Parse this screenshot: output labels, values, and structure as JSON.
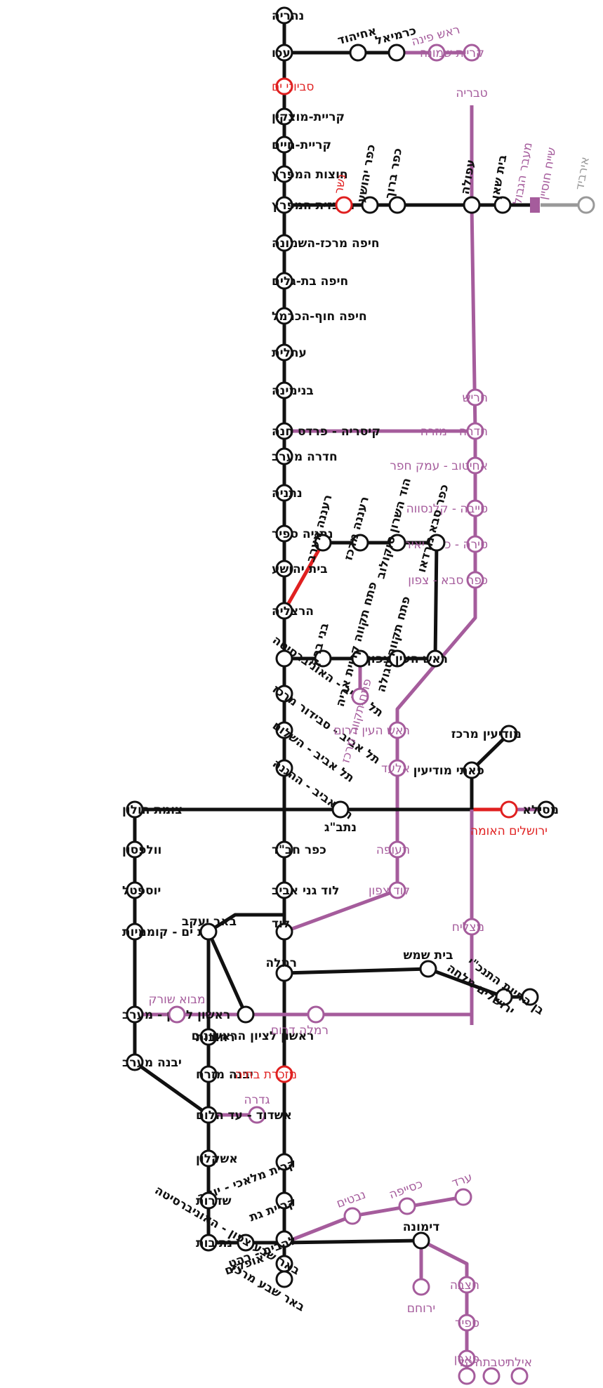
{
  "colors": {
    "existing": "#111111",
    "planned": "#a55c9c",
    "construction": "#e02020",
    "foreign": "#999999"
  },
  "stations": {
    "nahariya": {
      "label": "נהריה",
      "status": "existing"
    },
    "akko": {
      "label": "עכו",
      "status": "existing"
    },
    "achihud": {
      "label": "אחיהוד",
      "status": "existing"
    },
    "karmiel": {
      "label": "כרמיאל",
      "status": "existing"
    },
    "roshpina": {
      "label": "ראש פינה",
      "status": "planned"
    },
    "kiryatshmona": {
      "label": "קריית שמונה",
      "status": "planned"
    },
    "savyonei": {
      "label": "סביוני ים",
      "status": "construction"
    },
    "motzkin": {
      "label": "קריית-מוצקין",
      "status": "existing"
    },
    "chaim": {
      "label": "קריית-חיים",
      "status": "existing"
    },
    "hutzot": {
      "label": "חוצות המפרץ",
      "status": "existing"
    },
    "merkazit": {
      "label": "מרכזית המפרץ",
      "status": "existing"
    },
    "nesher": {
      "label": "נשר",
      "status": "construction"
    },
    "kfaryehoshua": {
      "label": "כפר יהושע",
      "status": "existing"
    },
    "kfarbaruch": {
      "label": "כפר ברוך",
      "status": "existing"
    },
    "afula": {
      "label": "עפולה",
      "status": "existing"
    },
    "tiberias": {
      "label": "טבריה",
      "status": "planned"
    },
    "betshean": {
      "label": "בית שאן",
      "status": "existing"
    },
    "borderx": {
      "label": "מעבר הגבול",
      "status": "planned"
    },
    "shehmhussein": {
      "label": "שייח חוסיין",
      "status": "planned"
    },
    "irbid": {
      "label": "אירביד",
      "status": "foreign"
    },
    "hashmona": {
      "label": "חיפה מרכז-השמונה",
      "status": "existing"
    },
    "batgalim": {
      "label": "חיפה בת-גלים",
      "status": "existing"
    },
    "hofhacarmel": {
      "label": "חיפה חוף-הכרמל",
      "status": "existing"
    },
    "atlit": {
      "label": "עתלית",
      "status": "existing"
    },
    "binyamina": {
      "label": "בנימינה",
      "status": "existing"
    },
    "caesarea": {
      "label": "קיסריה - פרדס חנה",
      "status": "existing"
    },
    "harish": {
      "label": "חריש",
      "status": "planned"
    },
    "haderamizrach": {
      "label": "חדרה - מזרח",
      "status": "planned"
    },
    "haderamaarav": {
      "label": "חדרה מערב",
      "status": "existing"
    },
    "ahituv": {
      "label": "אחיטוב - עמק חפר",
      "status": "planned"
    },
    "netanya": {
      "label": "נתניה",
      "status": "existing"
    },
    "tayibe": {
      "label": "טייבה - קלנסווה",
      "status": "planned"
    },
    "netanyasapir": {
      "label": "נתניה ספיר",
      "status": "existing"
    },
    "tira": {
      "label": "טירה - כוכב יאיר",
      "status": "planned"
    },
    "betyehoshua": {
      "label": "בית יהושע",
      "status": "existing"
    },
    "kfarsabatzafon": {
      "label": "כפר סבא - צפון",
      "status": "planned"
    },
    "herzliya": {
      "label": "הרצליה",
      "status": "existing"
    },
    "raananamaarav": {
      "label": "רעננה מערב",
      "status": "existing"
    },
    "raananamerkaz": {
      "label": "רעננה מרכז",
      "status": "existing"
    },
    "hodhasharon": {
      "label": "הוד השרון סוקולוב",
      "status": "existing"
    },
    "kfarsaba": {
      "label": "כפר סבא נורדאו",
      "status": "existing"
    },
    "university": {
      "label": "תל אביב - האוניברסיטה",
      "status": "existing"
    },
    "bneibrak": {
      "label": "בני ברק",
      "status": "existing"
    },
    "kiryatarye": {
      "label": "פתח תקווה קריית אריה",
      "status": "existing"
    },
    "segula": {
      "label": "פתח תקווה סגולה",
      "status": "existing"
    },
    "rosheintzafon": {
      "label": "ראש העין צפון",
      "status": "existing"
    },
    "savidor": {
      "label": "תל אביב - סבידור מרכז",
      "status": "existing"
    },
    "pt_merkaz": {
      "label": "פתח תקווה מרכז",
      "status": "planned"
    },
    "hashalom": {
      "label": "תל אביב - השלום",
      "status": "existing"
    },
    "rosheindarom": {
      "label": "ראש העין דרום",
      "status": "planned"
    },
    "modiinmerkaz": {
      "label": "מודיעין מרכז",
      "status": "existing"
    },
    "haganah": {
      "label": "תל אביב - ההגנה",
      "status": "existing"
    },
    "elad": {
      "label": "אלעד",
      "status": "planned"
    },
    "paatei": {
      "label": "פאתי מודיעין",
      "status": "existing"
    },
    "holon": {
      "label": "צומת חולון",
      "status": "existing"
    },
    "natbag": {
      "label": "נתב\"ג",
      "status": "existing"
    },
    "jerusalem": {
      "label": "ירושלים האומה",
      "status": "construction"
    },
    "mevaseret": {
      "label": "מסילא",
      "status": "existing"
    },
    "wolfson": {
      "label": "וולפסון",
      "status": "existing"
    },
    "kfarhabad": {
      "label": "כפר חב\"ד",
      "status": "existing"
    },
    "teufa": {
      "label": "תעופה",
      "status": "planned"
    },
    "yoseftal": {
      "label": "יוספטל",
      "status": "existing"
    },
    "lodganei": {
      "label": "לוד גני אביב",
      "status": "existing"
    },
    "lodtzafon": {
      "label": "לוד צפון",
      "status": "planned"
    },
    "batyam": {
      "label": "בת ים - קוממיות",
      "status": "existing"
    },
    "lod": {
      "label": "לוד",
      "status": "existing"
    },
    "beeryaakov": {
      "label": "באר יעקב",
      "status": "existing"
    },
    "ramla": {
      "label": "רמלה",
      "status": "existing"
    },
    "betshemesh": {
      "label": "בית שמש",
      "status": "existing"
    },
    "metzila": {
      "label": "מצליח",
      "status": "planned"
    },
    "rishonmaarav": {
      "label": "ראשון לציון - מערב",
      "status": "existing"
    },
    "mavoshorek": {
      "label": "מבוא שורק",
      "status": "planned"
    },
    "malha": {
      "label": "ירושלים מלחה",
      "status": "existing"
    },
    "biblical": {
      "label": "בן החיות התנכ\"י",
      "status": "existing"
    },
    "rehovot": {
      "label": "רחובות",
      "status": "existing"
    },
    "rishonrishonim": {
      "label": "ראשון לציון הראשונים",
      "status": "existing"
    },
    "ramladarom": {
      "label": "רמלה דרום",
      "status": "planned"
    },
    "yavnemaarav": {
      "label": "יבנה מערב",
      "status": "existing"
    },
    "yavnemizrach": {
      "label": "יבנה מזרח",
      "status": "existing"
    },
    "mazkeretbatya": {
      "label": "מזכרת בתיה",
      "status": "construction"
    },
    "gedera": {
      "label": "גדרה",
      "status": "planned"
    },
    "ashdod": {
      "label": "אשדוד - עד הלום",
      "status": "existing"
    },
    "kiryatmalachi": {
      "label": "קרית מלאכי - יואב",
      "status": "existing"
    },
    "ashkelon": {
      "label": "אשקלון",
      "status": "existing"
    },
    "kiryatgat": {
      "label": "קריית גת",
      "status": "existing"
    },
    "sderot": {
      "label": "שדרות",
      "status": "existing"
    },
    "lehavim": {
      "label": "להבים - רהט",
      "status": "existing"
    },
    "nevatim": {
      "label": "נבטים",
      "status": "planned"
    },
    "kseifa": {
      "label": "כסייפה",
      "status": "planned"
    },
    "arad": {
      "label": "ערד",
      "status": "planned"
    },
    "netivot": {
      "label": "נתיבות",
      "status": "existing"
    },
    "ofakim": {
      "label": "אופקים",
      "status": "existing"
    },
    "dimona": {
      "label": "דימונה",
      "status": "existing"
    },
    "yeruham": {
      "label": "ירוחם",
      "status": "planned"
    },
    "bstzafon": {
      "label": "באר שבע צפון - האוניברסיטה",
      "status": "existing"
    },
    "bsmerkaz": {
      "label": "באר שבע מרכז",
      "status": "existing"
    },
    "hatzeva": {
      "label": "חצבה",
      "status": "planned"
    },
    "sapir": {
      "label": "ספיר",
      "status": "planned"
    },
    "paran": {
      "label": "פארן",
      "status": "planned"
    },
    "yahel": {
      "label": "יהל",
      "status": "planned"
    },
    "yotvata": {
      "label": "יטבתה",
      "status": "planned"
    },
    "eilat": {
      "label": "אילת",
      "status": "planned"
    }
  }
}
